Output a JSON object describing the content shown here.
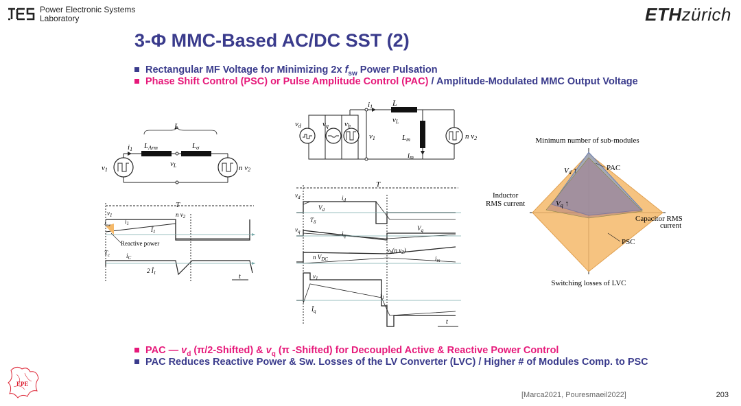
{
  "header": {
    "lab_logo": "PES",
    "lab_line1": "Power Electronic Systems",
    "lab_line2": "Laboratory",
    "eth_bold": "ETH",
    "eth_rest": "zürich"
  },
  "title": "3-Φ MMC-Based AC/DC SST (2)",
  "bullets_top": [
    {
      "text": "Rectangular MF Voltage for Minimizing 2x ",
      "f": "f",
      "sub": "sw",
      "tail": " Power Pulsation",
      "color": "navy"
    },
    {
      "pink": "Phase Shift Control  (PSC) or Pulse Amplitude Control (PAC)",
      "navy": " / Amplitude-Modulated MMC Output Voltage"
    }
  ],
  "bullets_bottom": [
    {
      "a": "PAC — ",
      "vd": "v",
      "vd_sub": "d",
      "b": " (π/2-Shifted) & ",
      "vq": "v",
      "vq_sub": "q",
      "c": " (π -Shifted) for Decoupled Active & Reactive Power Control"
    },
    {
      "text": "PAC Reduces Reactive Power & Sw. Losses of the LV Converter (LVC) / Higher # of Modules Comp. to PSC"
    }
  ],
  "fig_circuit1": {
    "L": "L",
    "LArm": "L",
    "LArm_sub": "Arm",
    "Lsigma": "L",
    "Lsigma_sub": "σ",
    "i1": "i",
    "i1_sub": "1",
    "vL": "v",
    "vL_sub": "L",
    "v1": "v",
    "v1_sub": "1",
    "nv2": "n v",
    "nv2_sub": "2"
  },
  "fig_circuit2": {
    "vd": "v",
    "vd_sub": "d",
    "vq": "v",
    "vq_sub": "q",
    "vb": "v",
    "vb_sub": "b",
    "v1": "v",
    "v1_sub": "1",
    "i1": "i",
    "i1_sub": "1",
    "L": "L",
    "vL": "v",
    "vL_sub": "L",
    "Lm": "L",
    "Lm_sub": "m",
    "im": "i",
    "im_sub": "m",
    "nv2": "n v",
    "nv2_sub": "2"
  },
  "fig_wave1": {
    "T": "T",
    "v1": "v",
    "v1_sub": "1",
    "nv2": "n v",
    "nv2_sub": "2",
    "i1": "i",
    "i1_sub": "1",
    "Isw": "I",
    "Isw_sub": "sw",
    "I1": "Î",
    "I1_sub": "1",
    "reactive": "Reactive power",
    "Tc": "T",
    "Tc_sub": "c",
    "iC": "i",
    "iC_sub": "C",
    "twoI1": "2 Î",
    "twoI1_sub": "1",
    "t": "t"
  },
  "fig_wave2": {
    "T": "T",
    "vd": "v",
    "vd_sub": "d",
    "id": "i",
    "id_sub": "d",
    "Vd": "V",
    "Vd_sub": "d",
    "Tdelta": "T",
    "Tdelta_sub": "δ",
    "vq": "v",
    "vq_sub": "q",
    "iq": "i",
    "iq_sub": "q",
    "Vq": "V",
    "Vq_sub": "q",
    "nVDC": "n V",
    "nVDC_sub": "DC",
    "vb": "v",
    "vb_sub": "b",
    "vb_tail": "(n v",
    "vb_tail_sub": "2",
    "vb_close": ")",
    "im": "i",
    "im_sub": "m",
    "v1": "v",
    "v1_sub": "1",
    "i1": "i",
    "i1_sub": "1",
    "Iq": "Ĩ",
    "Iq_sub": "q",
    "t": "t"
  },
  "fig_radar": {
    "top": "Minimum number of sub-modules",
    "left1": "Inductor",
    "left2": "RMS current",
    "right1": "Capacitor RMS",
    "right2": "current",
    "bottom": "Switching losses of LVC",
    "pac": "PAC",
    "psc": "PSC",
    "Vd": "V",
    "Vd_sub": "d",
    "Vq": "V",
    "Vq_sub": "q",
    "colors": {
      "psc": "#f5b96a",
      "pac": "#7b95c4"
    }
  },
  "footer": {
    "ref": "[Marca2021, Pouresmaeil2022]",
    "page": "203",
    "logo": "EPE"
  }
}
